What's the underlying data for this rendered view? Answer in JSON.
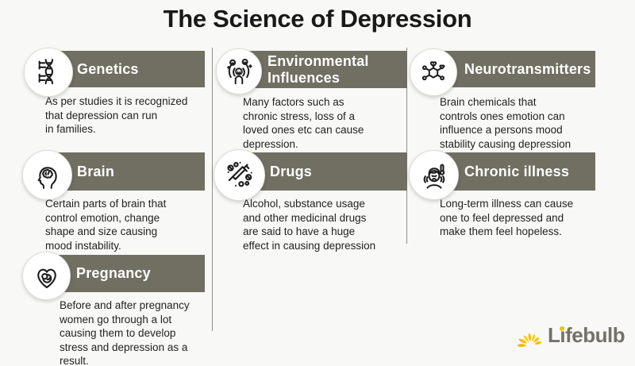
{
  "page": {
    "title": "The Science of Depression",
    "background_color": "#f8f8f6",
    "header_bar_color": "#706f62",
    "header_text_color": "#ffffff",
    "body_text_color": "#222222"
  },
  "sections": [
    {
      "id": "genetics",
      "title": "Genetics",
      "icon": "dna-icon",
      "description": "As per studies it is recognized\nthat depression can run\nin families."
    },
    {
      "id": "environmental-influences",
      "title": "Environmental\nInfluences",
      "icon": "environment-people-icon",
      "description": "Many factors such as\nchronic stress, loss of a\nloved ones etc can cause\ndepression."
    },
    {
      "id": "neurotransmitters",
      "title": "Neurotransmitters",
      "icon": "molecule-hearts-icon",
      "description": "Brain chemicals that\ncontrols ones emotion can\ninfluence a persons mood\nstability causing depression"
    },
    {
      "id": "brain",
      "title": "Brain",
      "icon": "brain-head-icon",
      "description": "Certain parts of brain that\ncontrol emotion, change\nshape and size causing\nmood instability."
    },
    {
      "id": "drugs",
      "title": "Drugs",
      "icon": "syringe-pills-icon",
      "description": "Alcohol, substance usage\nand other medicinal drugs\nare said to have a huge\neffect in causing depression"
    },
    {
      "id": "chronic-illness",
      "title": "Chronic illness",
      "icon": "sick-person-icon",
      "description": "Long-term illness can cause\none to feel depressed and\nmake them feel hopeless."
    },
    {
      "id": "pregnancy",
      "title": "Pregnancy",
      "icon": "fetus-heart-icon",
      "description": "Before and after pregnancy\nwomen go through a lot\ncausing them to develop\nstress and depression as a\nresult."
    }
  ],
  "logo": {
    "text": "Lifebulb",
    "icon": "lifebulb-petals-icon",
    "petal_color": "#f5c400",
    "text_color": "#72716a"
  }
}
